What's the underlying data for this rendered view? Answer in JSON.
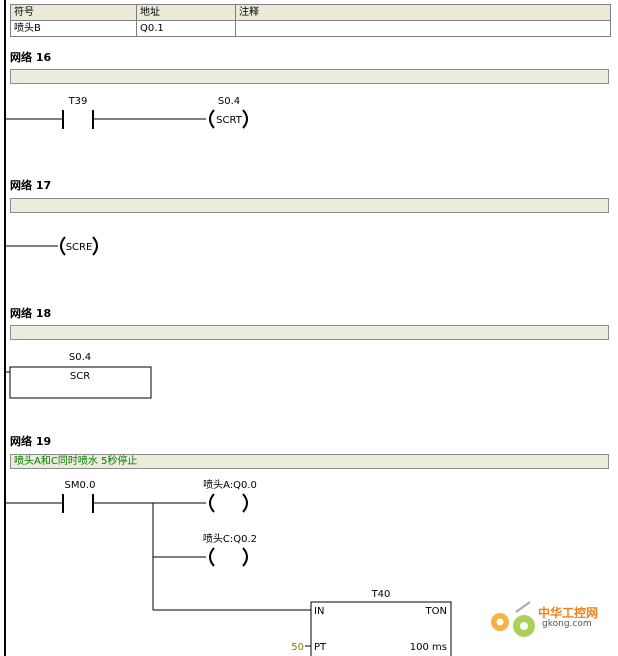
{
  "symbol_table": {
    "headers": [
      "符号",
      "地址",
      "注释"
    ],
    "row": [
      "喷头B",
      "Q0.1",
      ""
    ]
  },
  "networks": [
    {
      "title": "网络 16",
      "comment": "",
      "contact_label": "T39",
      "coil_label": "S0.4",
      "coil_text": "SCRT"
    },
    {
      "title": "网络 17",
      "comment": "",
      "coil_text": "SCRE"
    },
    {
      "title": "网络 18",
      "comment": "",
      "box_label": "S0.4",
      "box_text": "SCR"
    },
    {
      "title": "网络 19",
      "comment": "喷头A和C同时喷水 5秒停止",
      "contact_label": "SM0.0",
      "coil1_label": "喷头A:Q0.0",
      "coil2_label": "喷头C:Q0.2",
      "timer": {
        "name": "T40",
        "in": "IN",
        "type": "TON",
        "pt": "PT",
        "pt_value": "50",
        "resolution": "100 ms"
      }
    }
  ],
  "watermark": {
    "cn": "中华工控网",
    "url": "gkong.com"
  }
}
